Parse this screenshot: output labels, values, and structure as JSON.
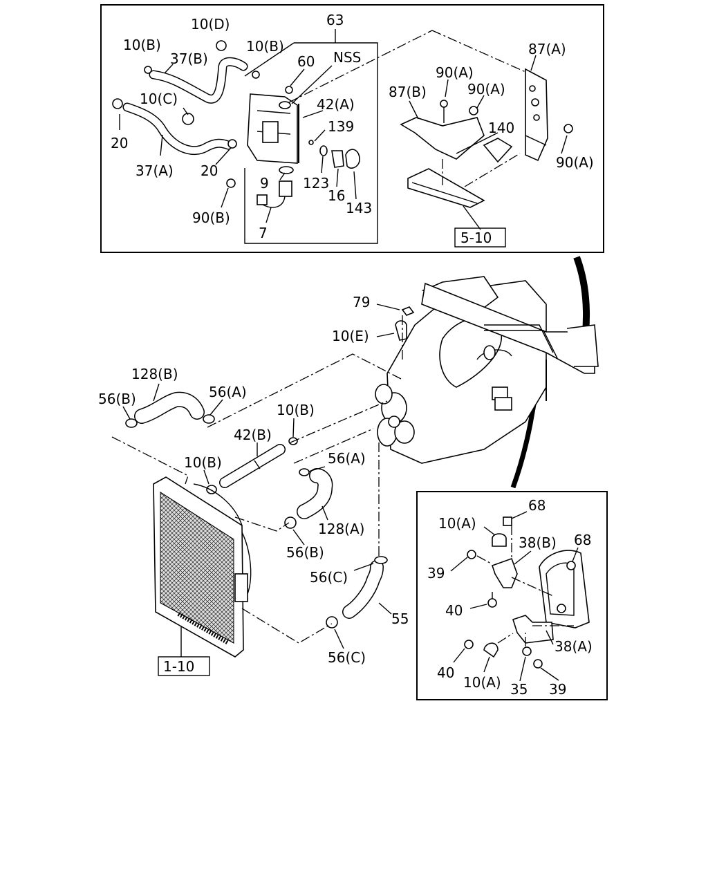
{
  "labels": {
    "l_10D": "10(D)",
    "l_10B_a": "10(B)",
    "l_37B": "37(B)",
    "l_10B_b": "10(B)",
    "l_63": "63",
    "l_60": "60",
    "l_NSS": "NSS",
    "l_10C": "10(C)",
    "l_20a": "20",
    "l_42A": "42(A)",
    "l_139": "139",
    "l_37A": "37(A)",
    "l_20b": "20",
    "l_9": "9",
    "l_123": "123",
    "l_16": "16",
    "l_143": "143",
    "l_90B": "90(B)",
    "l_7": "7",
    "l_87A": "87(A)",
    "l_90A_a": "90(A)",
    "l_87B": "87(B)",
    "l_90A_b": "90(A)",
    "l_140": "140",
    "l_90A_c": "90(A)",
    "l_5_10": "5-10",
    "l_79": "79",
    "l_10E": "10(E)",
    "l_128B": "128(B)",
    "l_56A_a": "56(A)",
    "l_56B_a": "56(B)",
    "l_10B_c": "10(B)",
    "l_42B": "42(B)",
    "l_10B_d": "10(B)",
    "l_56A_b": "56(A)",
    "l_128A": "128(A)",
    "l_56B_b": "56(B)",
    "l_56C_a": "56(C)",
    "l_55": "55",
    "l_56C_b": "56(C)",
    "l_1_10": "1-10",
    "l_68a": "68",
    "l_10A_a": "10(A)",
    "l_38B": "38(B)",
    "l_68b": "68",
    "l_39a": "39",
    "l_40a": "40",
    "l_38A": "38(A)",
    "l_40b": "40",
    "l_10A_b": "10(A)",
    "l_35": "35",
    "l_39b": "39"
  }
}
